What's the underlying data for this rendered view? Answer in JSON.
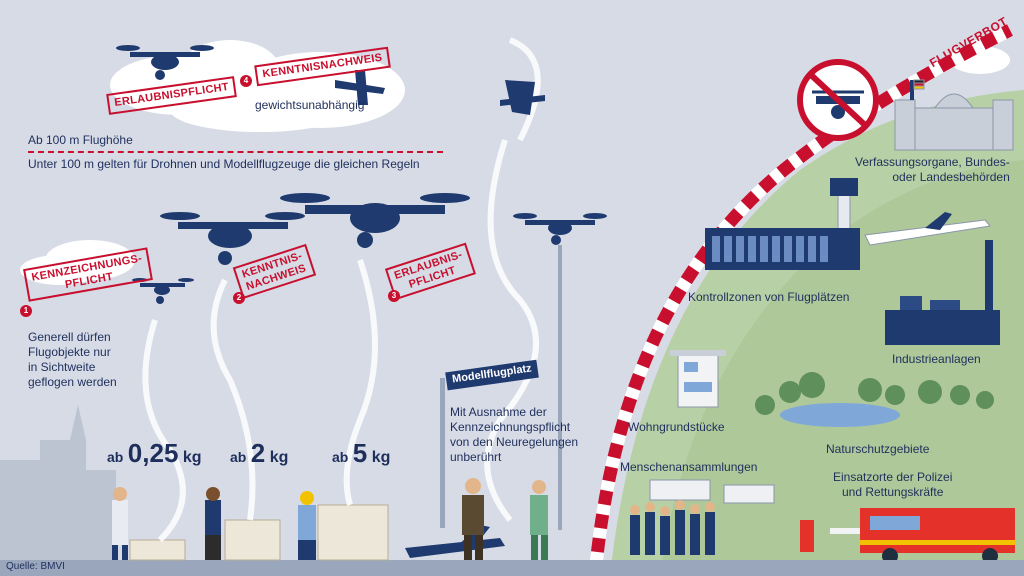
{
  "header": {
    "top_line_label": "Ab 100 m Flughöhe",
    "below_line_label": "Unter 100 m gelten für Drohnen und Modellflugzeuge die gleichen Regeln"
  },
  "above100": {
    "stamp_number": "4",
    "stamp_permit": "ERLAUBNISPFLICHT",
    "stamp_knowledge": "KENNTNISNACHWEIS",
    "note": "gewichtsunabhängig"
  },
  "stamps": [
    {
      "number": "1",
      "line1": "KENNZEICHNUNGS-",
      "line2": "PFLICHT"
    },
    {
      "number": "2",
      "line1": "KENNTNIS-",
      "line2": "NACHWEIS"
    },
    {
      "number": "3",
      "line1": "ERLAUBNIS-",
      "line2": "PFLICHT"
    }
  ],
  "weights": [
    {
      "prefix": "ab",
      "value": "0,25",
      "unit": "kg"
    },
    {
      "prefix": "ab",
      "value": "2",
      "unit": "kg"
    },
    {
      "prefix": "ab",
      "value": "5",
      "unit": "kg"
    }
  ],
  "sight_rule": [
    "Generell dürfen",
    "Flugobjekte nur",
    "in Sichtweite",
    "geflogen werden"
  ],
  "model_airfield": {
    "sign": "Modellflugplatz",
    "text": [
      "Mit Ausnahme der",
      "Kennzeichnungspflicht",
      "von den Neuregelungen",
      "unberührt"
    ]
  },
  "no_fly": {
    "banner": "FLUGVERBOT",
    "zones": {
      "government": [
        "Verfassungsorgane, Bundes-",
        "oder Landesbehörden"
      ],
      "airports": "Kontrollzonen von Flugplätzen",
      "industry": "Industrieanlagen",
      "nature": "Naturschutzgebiete",
      "residential": "Wohngrundstücke",
      "crowds": "Menschenansammlungen",
      "emergency": [
        "Einsatzorte der Polizei",
        "und Rettungskräfte"
      ]
    }
  },
  "source": "Quelle: BMVI",
  "colors": {
    "navy": "#1f3a6e",
    "red": "#c8102e",
    "sky": "#d6dbe6",
    "green": "#b5cfa0",
    "cloud": "#ffffff"
  }
}
